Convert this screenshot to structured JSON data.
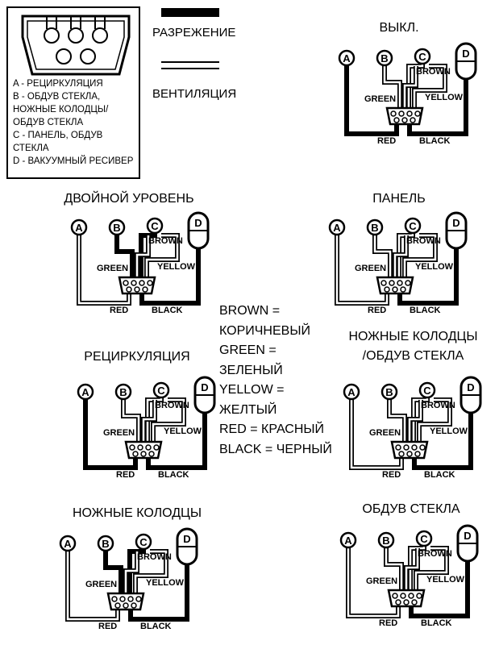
{
  "legend": {
    "lines": [
      "A - РЕЦИРКУЛЯЦИЯ",
      "B - ОБДУВ СТЕКЛА,",
      "НОЖНЫЕ КОЛОДЦЫ/",
      "ОБДУВ СТЕКЛА",
      "C - ПАНЕЛЬ, ОБДУВ",
      "СТЕКЛА",
      "D - ВАКУУМНЫЙ  РЕСИВЕР"
    ]
  },
  "line_key": {
    "vacuum_label": "РАЗРЕЖЕНИЕ",
    "vent_label": "ВЕНТИЛЯЦИЯ"
  },
  "color_key": {
    "lines": [
      "BROWN =",
      "КОРИЧНЕВЫЙ",
      "GREEN =",
      "ЗЕЛЕНЫЙ",
      "YELLOW =",
      "ЖЕЛТЫЙ",
      "RED = КРАСНЫЙ",
      "BLACK = ЧЕРНЫЙ"
    ]
  },
  "hose_labels": {
    "a": "A",
    "b": "B",
    "c": "C",
    "d": "D",
    "brown": "BROWN",
    "green": "GREEN",
    "yellow": "YELLOW",
    "red": "RED",
    "black": "BLACK"
  },
  "diagrams": [
    {
      "title": "ВЫКЛ."
    },
    {
      "title": "ДВОЙНОЙ УРОВЕНЬ"
    },
    {
      "title": "ПАНЕЛЬ"
    },
    {
      "title": "РЕЦИРКУЛЯЦИЯ"
    },
    {
      "title": "НОЖНЫЕ КОЛОДЦЫ\n/ОБДУВ СТЕКЛА"
    },
    {
      "title": "НОЖНЫЕ КОЛОДЦЫ"
    },
    {
      "title": "ОБДУВ СТЕКЛА"
    }
  ]
}
